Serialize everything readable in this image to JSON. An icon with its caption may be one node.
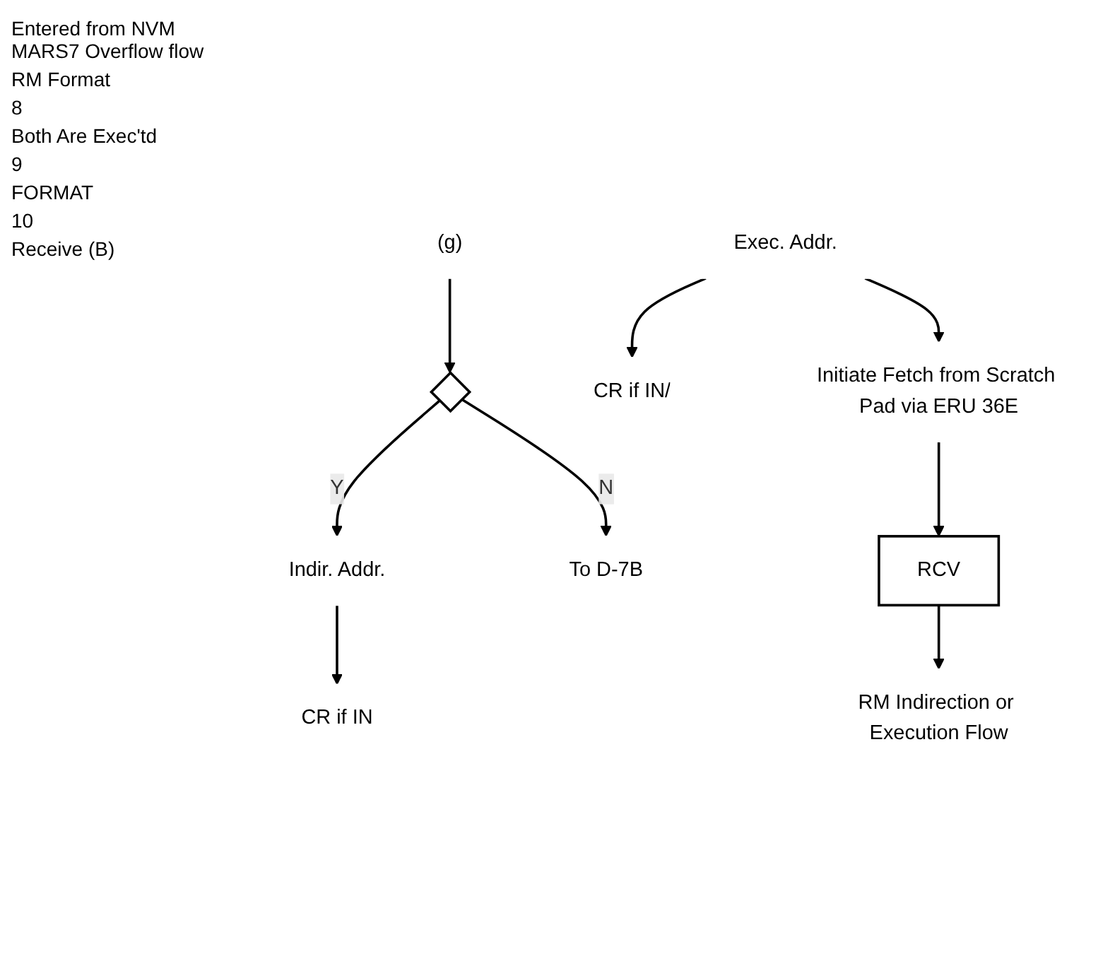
{
  "diagram": {
    "nodes": [
      {
        "text": [
          "(g)"
        ]
      },
      {
        "text": [],
        "shape": "diamond"
      },
      {
        "text": [
          "Indir. Addr."
        ]
      },
      {
        "text": [
          "CR if IN"
        ]
      },
      {
        "text": [
          "Exec. Addr."
        ]
      },
      {
        "text": [
          "CR if IN/"
        ]
      },
      {
        "text": [
          "Initiate Fetch from Scratch Pad via ERU 36E"
        ]
      },
      {
        "text": [
          "RCV"
        ]
      },
      {
        "text": [
          "RM Indirection or Execution Flow"
        ]
      },
      {
        "text": [
          "To D-7B"
        ]
      }
    ],
    "edges": [
      {
        "from": 0,
        "to": 1,
        "arrow": "to"
      },
      {
        "from": 1,
        "to": 2,
        "arrow": "to",
        "label": "Y"
      },
      {
        "from": 1,
        "to": 9,
        "arrow": "to",
        "label": "N"
      },
      {
        "from": 2,
        "to": 3,
        "arrow": "to"
      },
      {
        "from": 4,
        "to": 5,
        "arrow": "to"
      },
      {
        "from": 4,
        "to": 6,
        "arrow": "to"
      },
      {
        "from": 6,
        "to": 7,
        "arrow": "to"
      },
      {
        "from": 7,
        "to": 8,
        "arrow": "to"
      }
    ],
    "labels": [
      "Entered from NVM MARS7 Overflow flow",
      "RM Format",
      "8",
      "Both Are Exec'td",
      "9",
      "FORMAT",
      "10",
      "Receive (B)"
    ]
  }
}
